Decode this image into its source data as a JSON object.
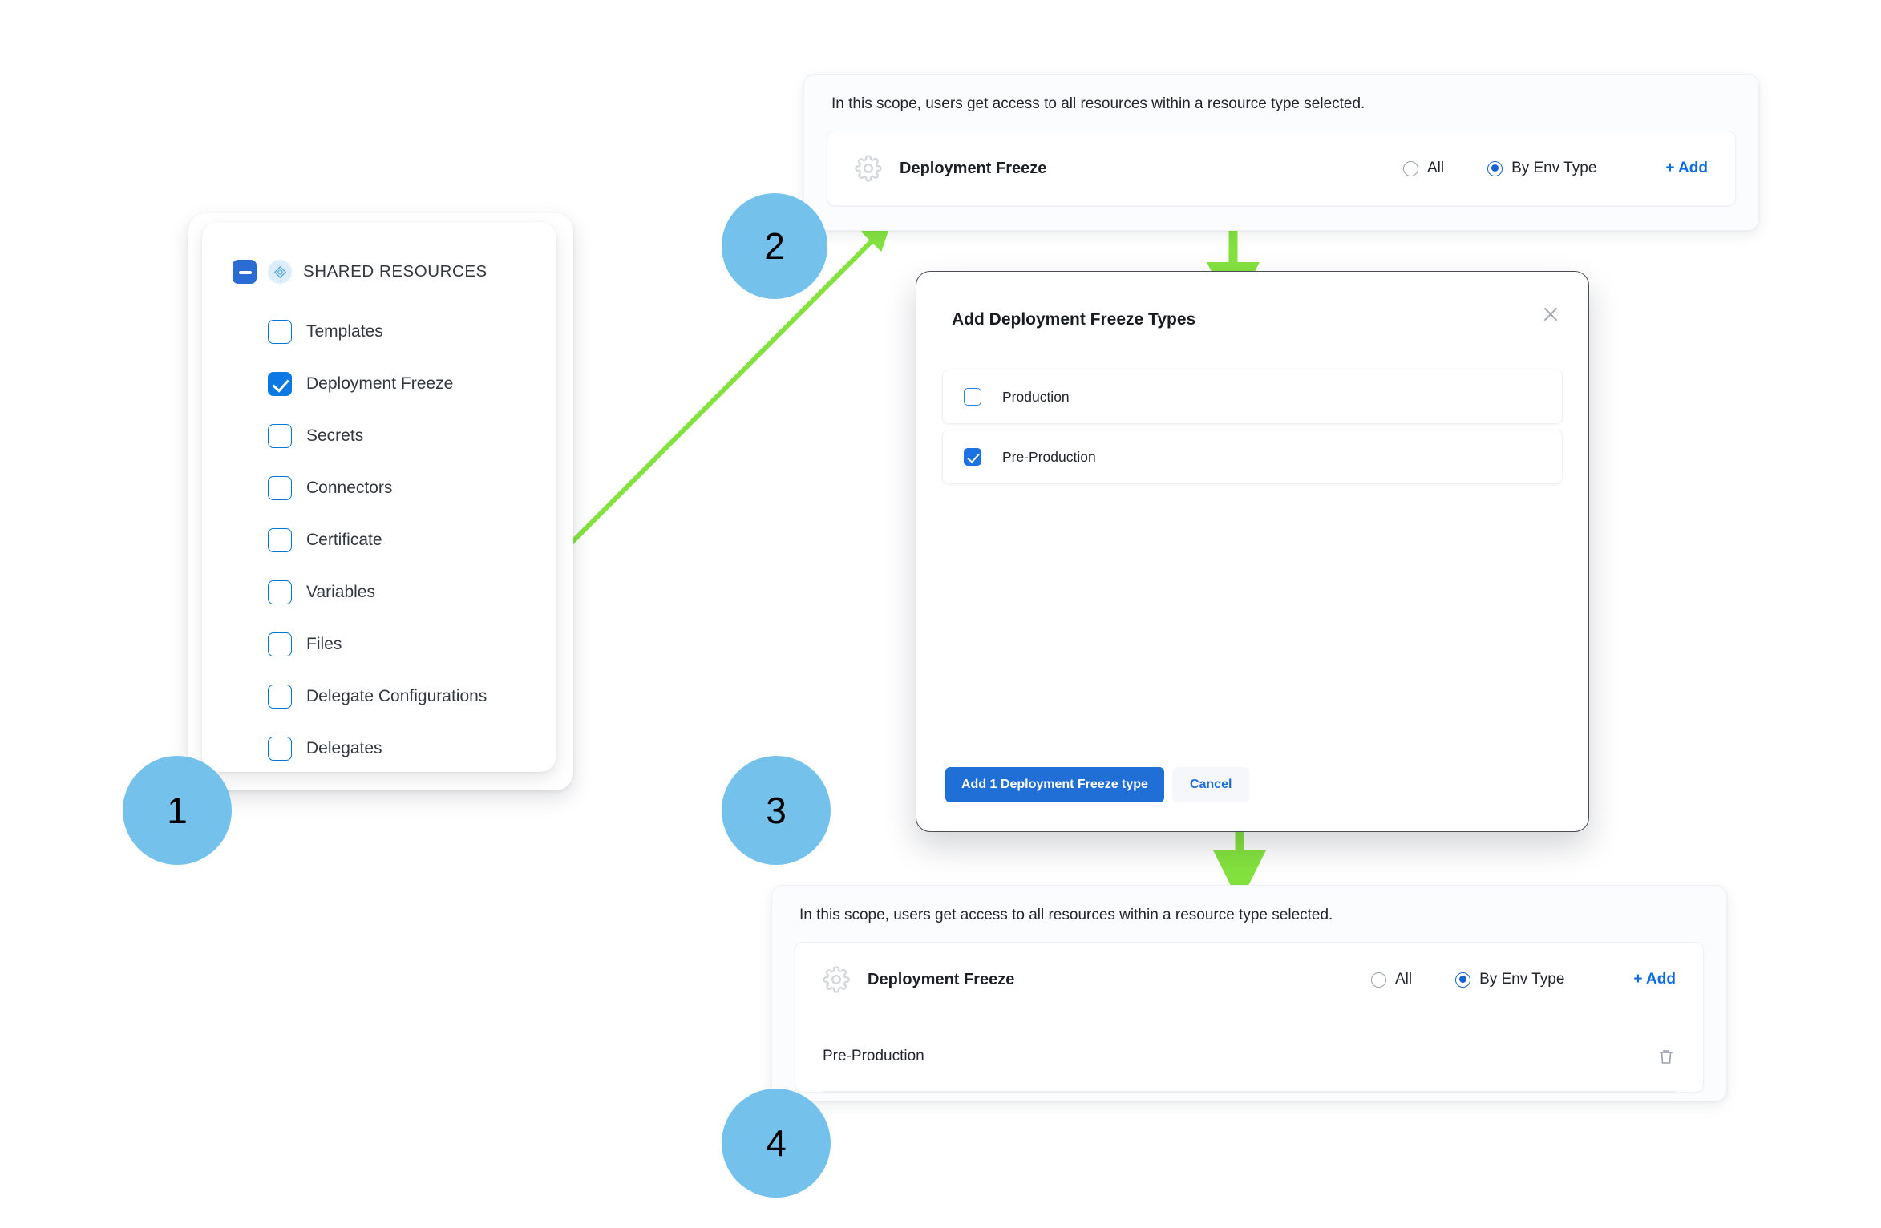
{
  "accent": {
    "blue": "#1f6fd6",
    "link_blue": "#0b6ae4",
    "bubble_blue": "#74c2ec",
    "arrow_green": "#84e23f",
    "checkbox_blue": "#1b72e0"
  },
  "tree_panel": {
    "header_label": "SHARED RESOURCES",
    "header_checkbox_state": "indeterminate",
    "header_icon": "resource-node-icon",
    "items": [
      {
        "label": "Templates",
        "checked": false
      },
      {
        "label": "Deployment Freeze",
        "checked": true
      },
      {
        "label": "Secrets",
        "checked": false
      },
      {
        "label": "Connectors",
        "checked": false
      },
      {
        "label": "Certificate",
        "checked": false
      },
      {
        "label": "Variables",
        "checked": false
      },
      {
        "label": "Files",
        "checked": false
      },
      {
        "label": "Delegate Configurations",
        "checked": false
      },
      {
        "label": "Delegates",
        "checked": false
      }
    ]
  },
  "scope_card_top": {
    "description": "In this scope, users get access to all resources within a resource type selected.",
    "resource_icon": "gear-icon",
    "resource_name": "Deployment Freeze",
    "options": [
      {
        "label": "All",
        "selected": false
      },
      {
        "label": "By Env Type",
        "selected": true
      }
    ],
    "add_label": "+ Add",
    "selected_values": []
  },
  "scope_card_bottom": {
    "description": "In this scope, users get access to all resources within a resource type selected.",
    "resource_icon": "gear-icon",
    "resource_name": "Deployment Freeze",
    "options": [
      {
        "label": "All",
        "selected": false
      },
      {
        "label": "By Env Type",
        "selected": true
      }
    ],
    "add_label": "+ Add",
    "selected_values": [
      {
        "label": "Pre-Production",
        "delete_icon": "trash-icon"
      }
    ]
  },
  "modal": {
    "title": "Add Deployment Freeze Types",
    "close_icon": "close-icon",
    "items": [
      {
        "label": "Production",
        "checked": false
      },
      {
        "label": "Pre-Production",
        "checked": true
      }
    ],
    "primary_button": "Add 1 Deployment Freeze type",
    "secondary_button": "Cancel"
  },
  "step_bubbles": [
    {
      "number": "1"
    },
    {
      "number": "2"
    },
    {
      "number": "3"
    },
    {
      "number": "4"
    }
  ]
}
